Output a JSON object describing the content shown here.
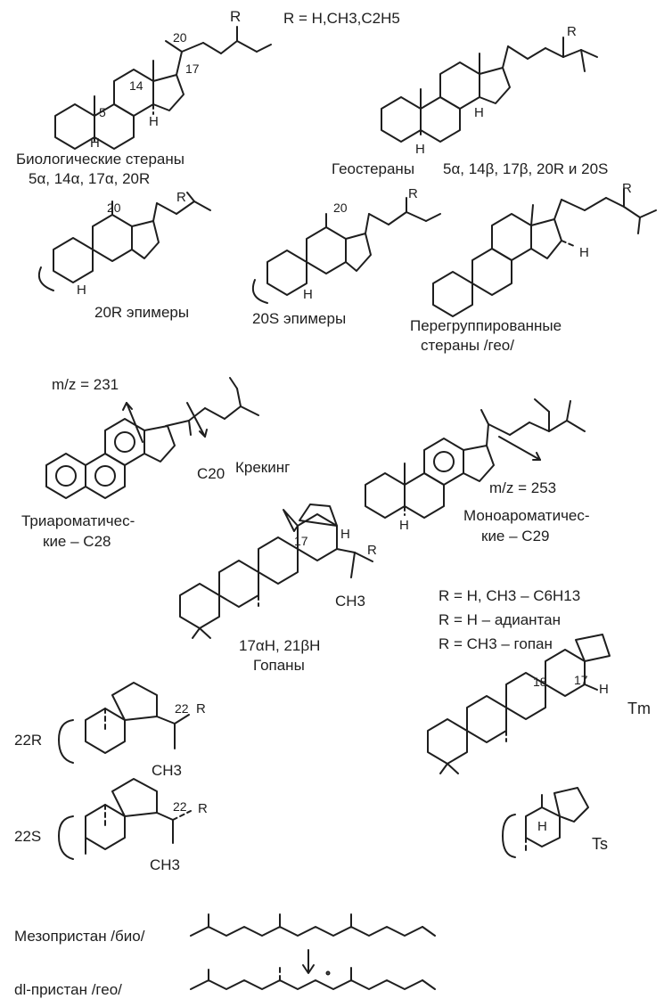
{
  "formula_r1": "R = H,CH3,C2H5",
  "bio_title": "Биологические стераны",
  "bio_config": "5α, 14α, 17α, 20R",
  "geo_title": "Геостераны",
  "geo_config": "5α, 14β, 17β, 20R и 20S",
  "epi_20r": "20R эпимеры",
  "epi_20s": "20S эпимеры",
  "rearr_line1": "Перегруппированные",
  "rearr_line2": "стераны /гео/",
  "mz231": "m/z = 231",
  "mz253": "m/z = 253",
  "c20": "C20",
  "cracking": "Крекинг",
  "triaro_line1": "Триароматичес-",
  "triaro_line2": "кие – C28",
  "monoaro_line1": "Моноароматичес-",
  "monoaro_line2": "кие – C29",
  "hopane_config": "17αH, 21βH",
  "hopane_title": "Гопаны",
  "hopane_r1": "R = H, CH3 – C6H13",
  "hopane_r2": "R = H – адиантан",
  "hopane_r3": "R = CH3 – гопан",
  "ch3": "CH3",
  "label_22r": "22R",
  "label_22s": "22S",
  "tm": "Tm",
  "ts": "Ts",
  "mesopristane": "Мезопристан /био/",
  "dlpristane": "dl-пристан /гео/",
  "atoms": {
    "r": "R",
    "h": "H",
    "n5": "5",
    "n14": "14",
    "n17": "17",
    "n18": "18",
    "n20": "20",
    "n22": "22"
  }
}
